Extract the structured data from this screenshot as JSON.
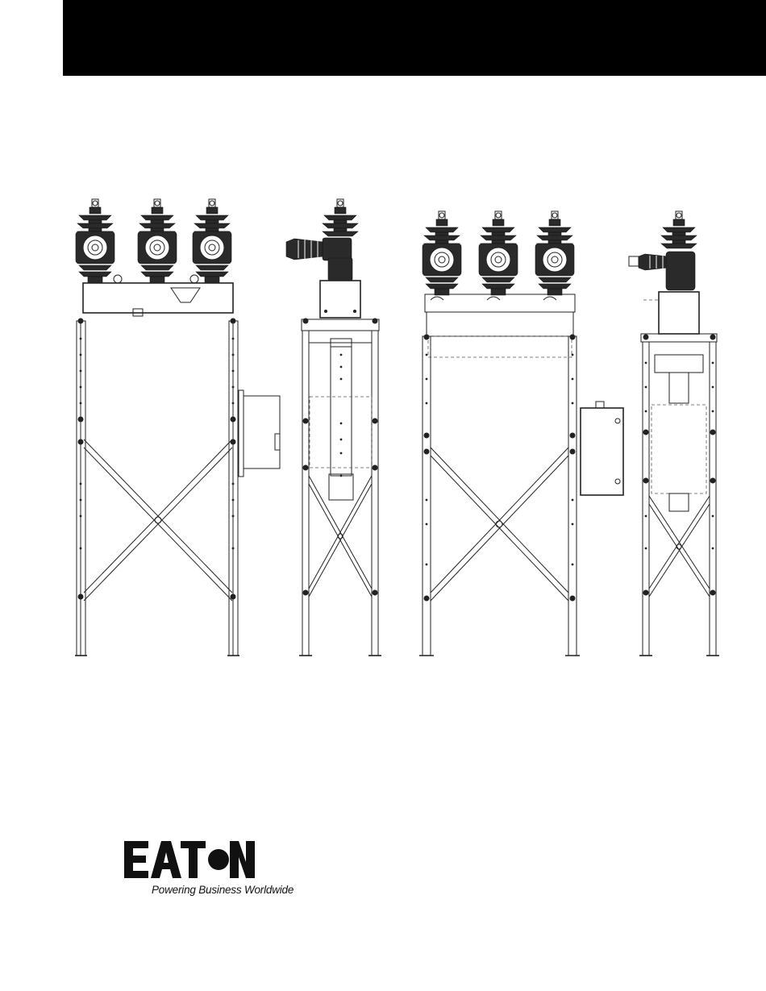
{
  "brand": {
    "logo_text": "EATON",
    "tagline": "Powering Business Worldwide",
    "banner_color": "#000000"
  },
  "drawings": [
    {
      "view": "three-phase-front"
    },
    {
      "view": "single-phase-side"
    },
    {
      "view": "three-phase-front-with-cabinet"
    },
    {
      "view": "single-phase-side-with-cabinet"
    }
  ]
}
